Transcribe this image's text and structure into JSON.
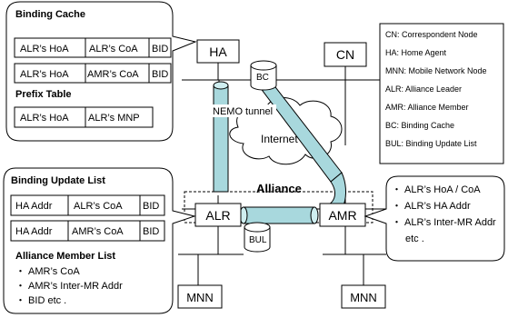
{
  "nodes": {
    "ha": "HA",
    "cn": "CN",
    "alr": "ALR",
    "amr": "AMR",
    "mnn_left": "MNN",
    "mnn_right": "MNN",
    "bc": "BC",
    "bul": "BUL"
  },
  "labels": {
    "nemo_tunnel": "NEMO tunnel",
    "internet": "Internet",
    "alliance": "Alliance"
  },
  "binding_cache": {
    "title": "Binding Cache",
    "rows": [
      [
        "ALR’s HoA",
        "ALR’s CoA",
        "BID"
      ],
      [
        "ALR’s HoA",
        "AMR’s CoA",
        "BID"
      ]
    ],
    "prefix_title": "Prefix Table",
    "prefix_row": [
      "ALR’s HoA",
      "ALR’s MNP"
    ]
  },
  "binding_update_list": {
    "title": "Binding Update List",
    "rows": [
      [
        "HA Addr",
        "ALR’s CoA",
        "BID"
      ],
      [
        "HA Addr",
        "AMR’s CoA",
        "BID"
      ]
    ],
    "member_title": "Alliance Member List",
    "member_items": [
      "・ AMR’s CoA",
      "・ AMR’s Inter-MR Addr",
      "・ BID etc ."
    ]
  },
  "amr_info": {
    "items": [
      "・ ALR’s HoA / CoA",
      "・ ALR’s HA Addr",
      "・ ALR’s Inter-MR Addr",
      "etc ."
    ]
  },
  "legend": [
    "CN: Correspondent Node",
    "HA: Home Agent",
    "MNN: Mobile Network Node",
    "ALR: Alliance Leader",
    "AMR: Alliance Member",
    "BC: Binding Cache",
    "BUL: Binding Update List"
  ]
}
